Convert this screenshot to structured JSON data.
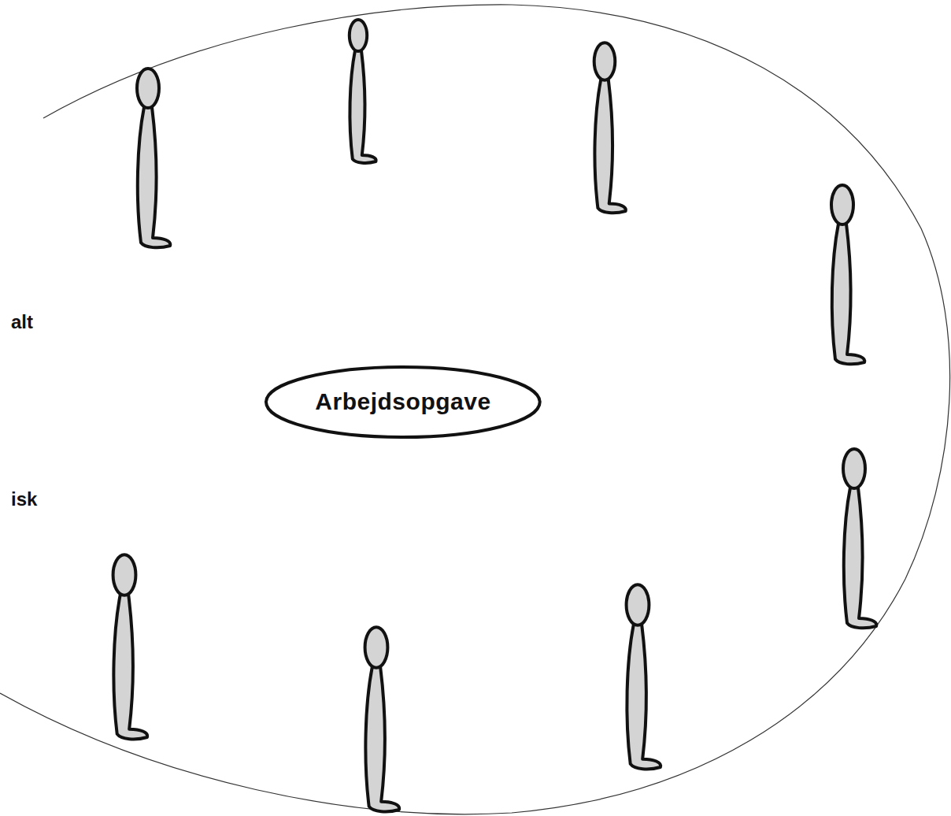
{
  "diagram": {
    "nodes": [
      {
        "text": [
          "Arbejdsopgave"
        ]
      }
    ],
    "labels": [
      "alt",
      "isk"
    ]
  }
}
